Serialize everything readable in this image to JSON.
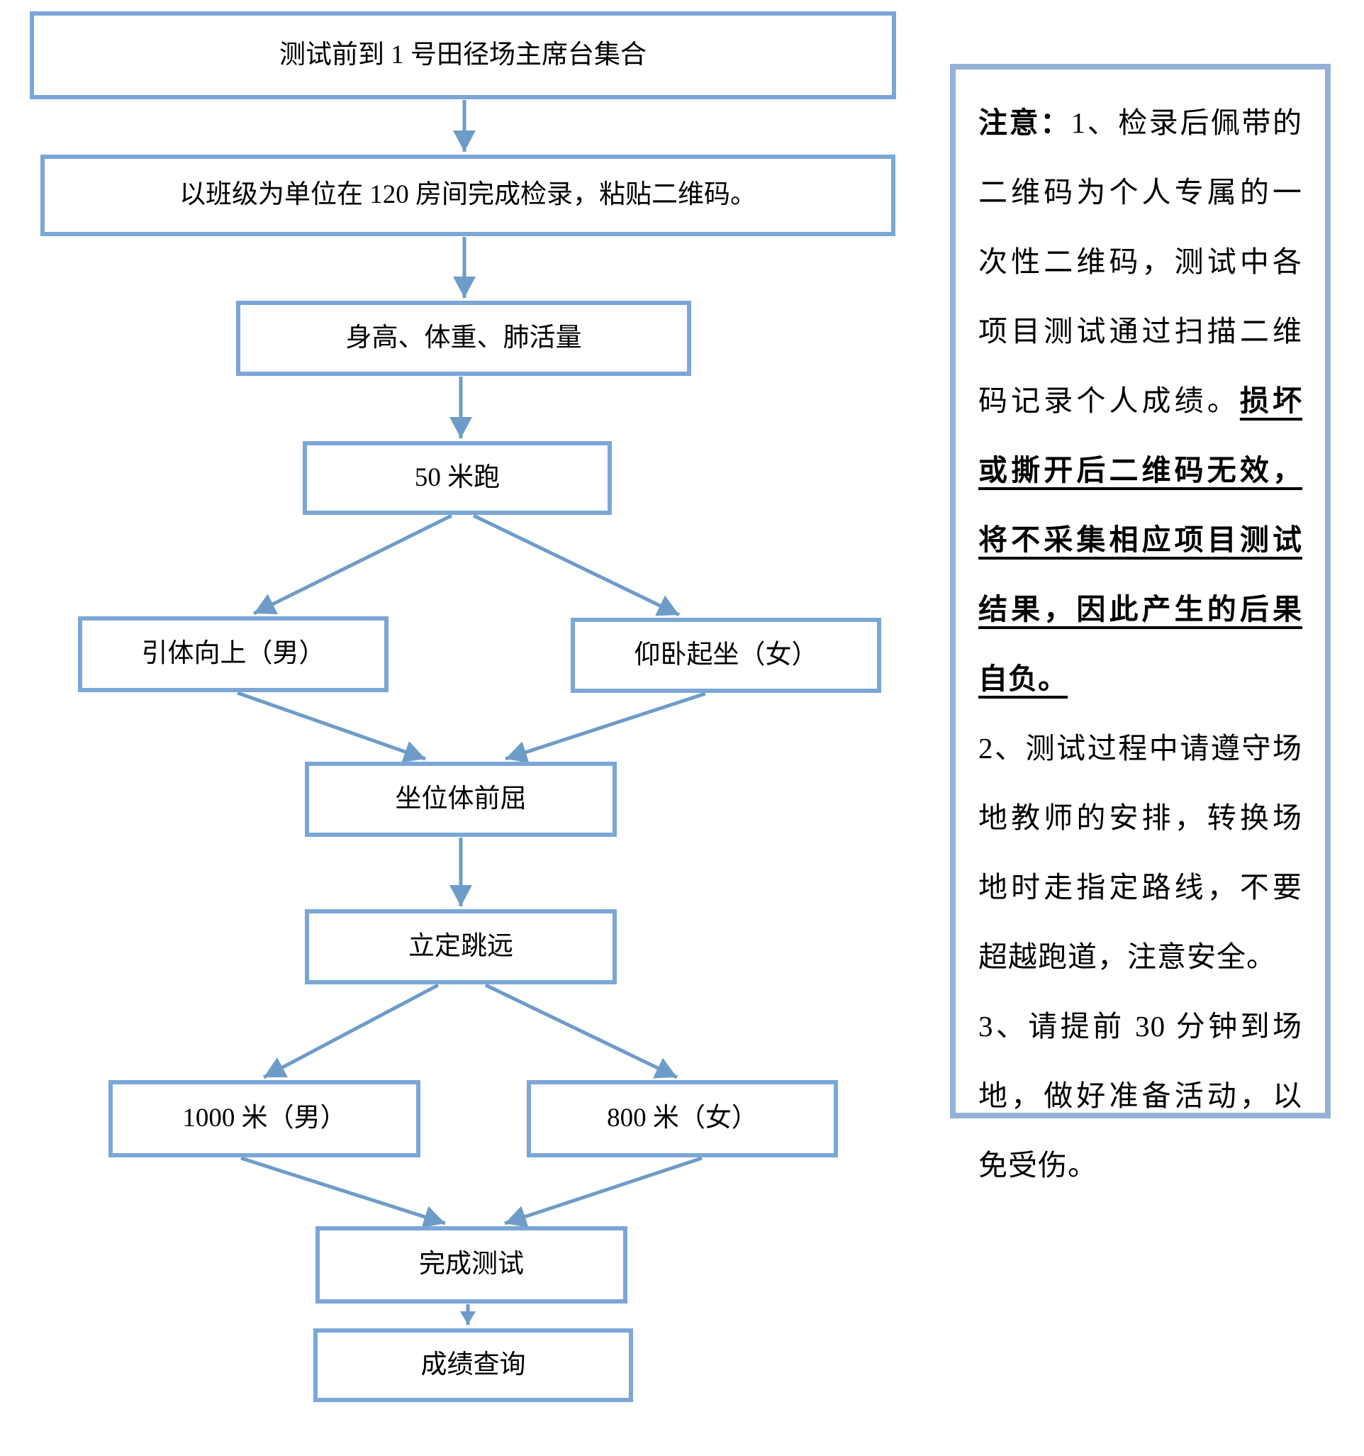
{
  "flowchart": {
    "nodes": {
      "gather": {
        "label": "测试前到 1 号田径场主席台集合"
      },
      "checkin": {
        "label": "以班级为单位在 120 房间完成检录，粘贴二维码。"
      },
      "measure": {
        "label": "身高、体重、肺活量"
      },
      "run50": {
        "label": "50 米跑"
      },
      "pullup": {
        "label": "引体向上（男）"
      },
      "situp": {
        "label": "仰卧起坐（女）"
      },
      "sitreach": {
        "label": "坐位体前屈"
      },
      "jump": {
        "label": "立定跳远"
      },
      "run1000": {
        "label": "1000 米（男）"
      },
      "run800": {
        "label": "800 米（女）"
      },
      "finish": {
        "label": "完成测试"
      },
      "query": {
        "label": "成绩查询"
      }
    },
    "connections": [
      {
        "from": "gather",
        "to": "checkin"
      },
      {
        "from": "checkin",
        "to": "measure"
      },
      {
        "from": "measure",
        "to": "run50"
      },
      {
        "from": "run50",
        "to": "pullup"
      },
      {
        "from": "run50",
        "to": "situp"
      },
      {
        "from": "pullup",
        "to": "sitreach"
      },
      {
        "from": "situp",
        "to": "sitreach"
      },
      {
        "from": "sitreach",
        "to": "jump"
      },
      {
        "from": "jump",
        "to": "run1000"
      },
      {
        "from": "jump",
        "to": "run800"
      },
      {
        "from": "run1000",
        "to": "finish"
      },
      {
        "from": "run800",
        "to": "finish"
      },
      {
        "from": "finish",
        "to": "query"
      }
    ],
    "colors": {
      "box_border": "#7BA7D7",
      "arrow": "#6E9CC9",
      "note_border": "#94B2D6",
      "text": "#000000",
      "background": "#FFFFFF"
    }
  },
  "note": {
    "paragraphs": [
      [
        {
          "text": "注意：",
          "bold": true,
          "underline": false
        },
        {
          "text": "1、检录后佩带的二维码为个人专属的一次性二维码，测试中各项目测试通过扫描二维码记录个人成绩。",
          "bold": false,
          "underline": false
        },
        {
          "text": "损坏或撕开后二维码无效，将不采集相应项目测试结果，因此产生的后果自负。",
          "bold": true,
          "underline": true
        }
      ],
      [
        {
          "text": "2、测试过程中请遵守场地教师的安排，转换场地时走指定路线，不要超越跑道，注意安全。",
          "bold": false,
          "underline": false
        }
      ],
      [
        {
          "text": "3、请提前 30 分钟到场地，做好准备活动，以免受伤。",
          "bold": false,
          "underline": false
        }
      ]
    ]
  }
}
